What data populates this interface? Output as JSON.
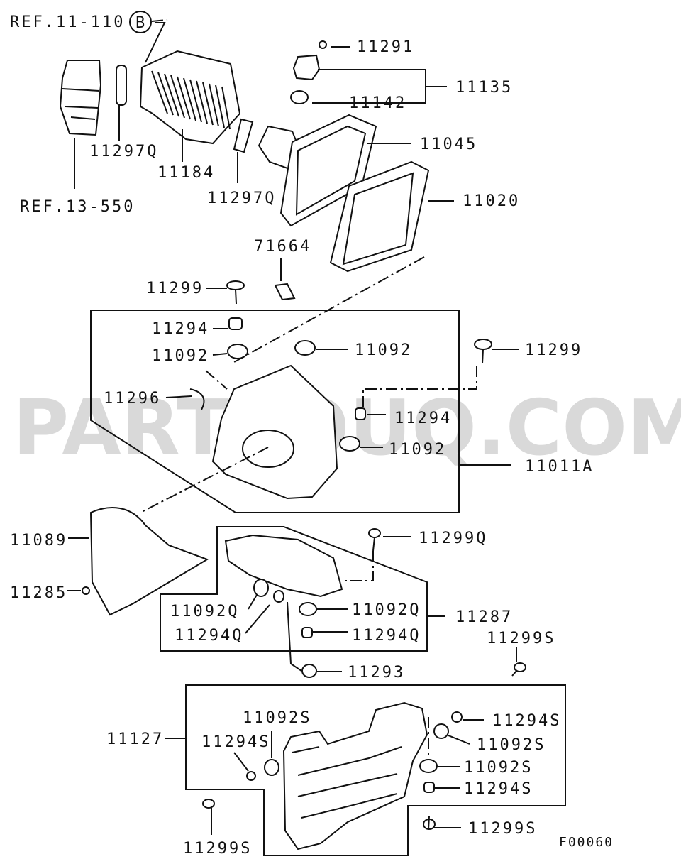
{
  "diagram": {
    "watermark": "PARTSOUQ.COM",
    "code": "F00060",
    "ref_circle_letter": "B",
    "labels": {
      "ref_11_110": "REF.11-110",
      "ref_13_550": "REF.13-550",
      "p11297q_a": "11297Q",
      "p11184": "11184",
      "p11297q_b": "11297Q",
      "p11291": "11291",
      "p11135": "11135",
      "p11142": "11142",
      "p11045": "11045",
      "p11020": "11020",
      "p71664": "71664",
      "p11299_a": "11299",
      "p11294_a": "11294",
      "p11092_a": "11092",
      "p11092_b": "11092",
      "p11299_b": "11299",
      "p11296": "11296",
      "p11294_b": "11294",
      "p11092_c": "11092",
      "p11011a": "11011A",
      "p11089": "11089",
      "p11299q": "11299Q",
      "p11285": "11285",
      "p11092q_a": "11092Q",
      "p11092q_b": "11092Q",
      "p11287": "11287",
      "p11294q_a": "11294Q",
      "p11294q_b": "11294Q",
      "p11293": "11293",
      "p11299s_a": "11299S",
      "p11092s_a": "11092S",
      "p11294s_a": "11294S",
      "p11127": "11127",
      "p11294s_b": "11294S",
      "p11092s_b": "11092S",
      "p11092s_c": "11092S",
      "p11294s_c": "11294S",
      "p11299s_b": "11299S",
      "p11299s_c": "11299S"
    }
  }
}
